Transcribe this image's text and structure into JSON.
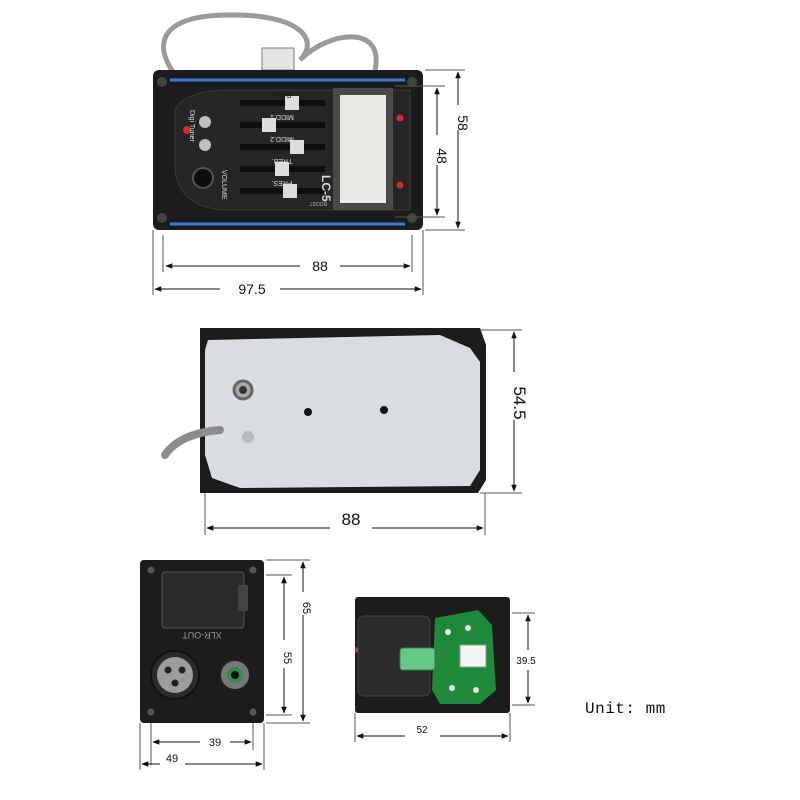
{
  "eq_front": {
    "brand_label": "Digi Tuner",
    "model_label": "LC-5",
    "sliders": [
      "BASS",
      "MIDD.1",
      "MIDD.2",
      "TREB.",
      "PRES.",
      "VOLUME"
    ],
    "boost_label": "BOOST",
    "dimensions": {
      "inner_width": "88",
      "outer_width": "97.5",
      "inner_height": "48",
      "outer_height": "58"
    }
  },
  "back_plate": {
    "dimensions": {
      "width": "88",
      "height": "54.5"
    }
  },
  "output_jack": {
    "panel_label": "XLR-OUT",
    "dimensions": {
      "height_outer": "65",
      "height_inner": "55",
      "width_inner": "39",
      "width_outer": "49"
    }
  },
  "tuner_board": {
    "dimensions": {
      "width": "52",
      "height": "39.5"
    }
  },
  "colors": {
    "panel": "#1c1c1c",
    "accent_blue": "#2f7fd6",
    "pcb_green": "#1f8a3a",
    "plate_gray": "#d9dde0"
  },
  "unit_label": "Unit:  mm"
}
